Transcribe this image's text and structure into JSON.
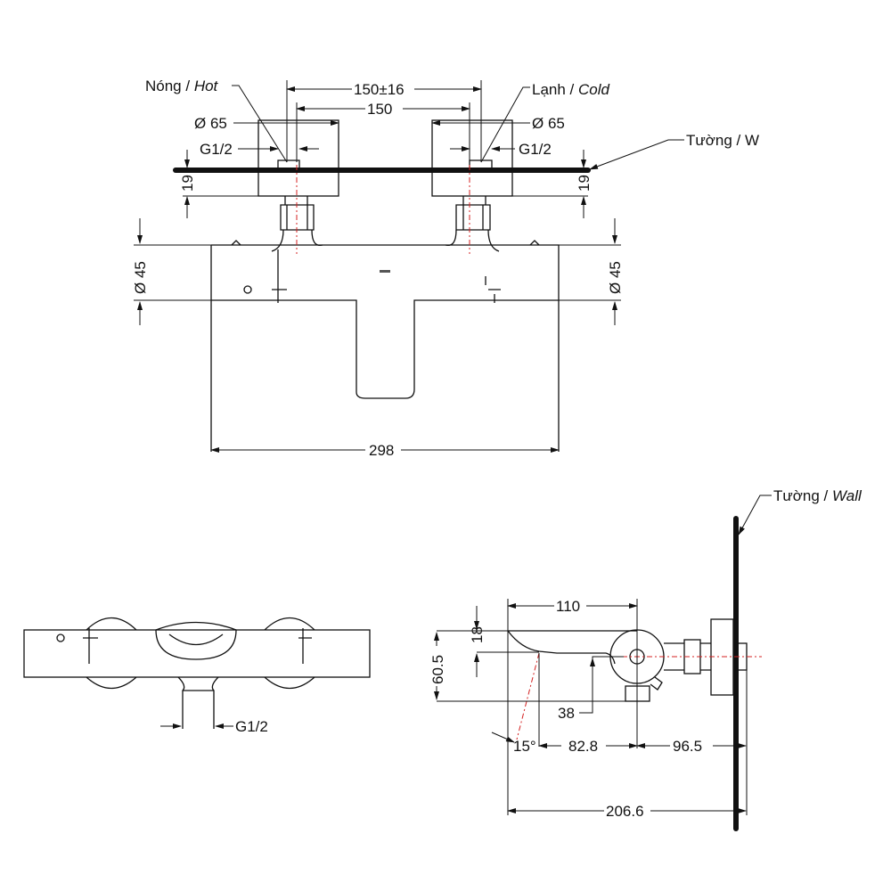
{
  "top_view": {
    "hot_label": "Nóng / ",
    "hot_label_en": "Hot",
    "cold_label": "Lạnh / ",
    "cold_label_en": "Cold",
    "dim_center_range": "150±16",
    "dim_center": "150",
    "dim_escutcheon_left": "Ø 65",
    "dim_escutcheon_right": "Ø 65",
    "dim_thread_left": "G1/2",
    "dim_thread_right": "G1/2",
    "dim_depth_left": "19",
    "dim_depth_right": "19",
    "wall_label": "Tường / W",
    "dim_body_left": "Ø 45",
    "dim_body_right": "Ø 45",
    "dim_width": "298"
  },
  "front_view": {
    "dim_outlet_thread": "G1/2"
  },
  "side_view": {
    "wall_label": "Tường / ",
    "wall_label_en": "Wall",
    "dim_110": "110",
    "dim_18": "18",
    "dim_60_5": "60.5",
    "dim_38": "38",
    "dim_angle": "15°",
    "dim_82_8": "82.8",
    "dim_96_5": "96.5",
    "dim_206_6": "206.6"
  },
  "colors": {
    "line": "#111111",
    "centerline": "#d42020"
  }
}
